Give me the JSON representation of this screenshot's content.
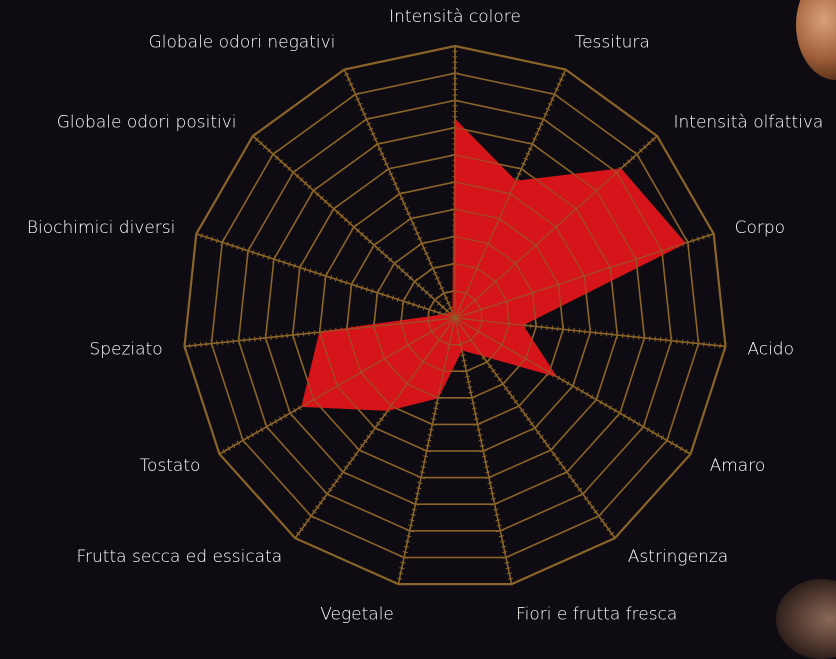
{
  "chart_data": {
    "type": "radar",
    "title": "",
    "categories": [
      "Intensità colore",
      "Tessitura",
      "Intensità olfattiva",
      "Corpo",
      "Acido",
      "Amaro",
      "Astringenza",
      "Fiori e frutta fresca",
      "Vegetale",
      "Frutta secca ed essicata",
      "Tostato",
      "Speziato",
      "Biochimici diversi",
      "Globale odori positivi",
      "Globale odori negativi"
    ],
    "rmax": 10,
    "rings": 10,
    "grid": true,
    "series": [
      {
        "values": [
          7.3,
          5.5,
          8.2,
          8.9,
          2.5,
          4.3,
          1.7,
          1.2,
          3.0,
          4.2,
          6.5,
          5.0,
          0.4,
          0.3,
          0.2
        ]
      }
    ]
  },
  "colors": {
    "background": "#0f0b13",
    "grid": "#8a6428",
    "fill": "#d6151a",
    "label": "#ffffff"
  },
  "decorations": {
    "top_right": "hazelnut-image",
    "bottom_right": "spice-pile-image"
  }
}
